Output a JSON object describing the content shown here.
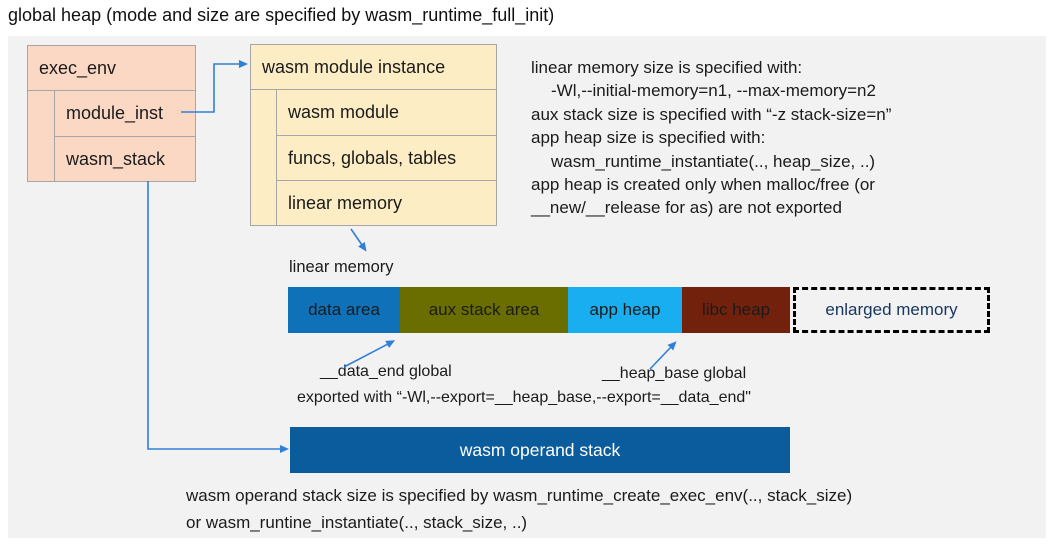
{
  "title": "global heap (mode and size are specified by wasm_runtime_full_init)",
  "exec_env_box": {
    "header": "exec_env",
    "rows": [
      "module_inst",
      "wasm_stack"
    ]
  },
  "module_instance_box": {
    "header": "wasm module instance",
    "rows": [
      "wasm module",
      "funcs, globals, tables",
      "linear memory"
    ]
  },
  "right_notes": {
    "lines": [
      "linear memory size is specified with:",
      "-Wl,--initial-memory=n1, --max-memory=n2",
      "aux stack size is specified with “-z stack-size=n”",
      "app heap size is specified with:",
      "wasm_runtime_instantiate(.., heap_size, ..)",
      "app heap is created only when malloc/free (or",
      "__new/__release for as) are not exported"
    ]
  },
  "linear_memory": {
    "label": "linear memory",
    "segments": [
      {
        "label": "data area",
        "color": "#0f72b9",
        "text_color": "#ffffff"
      },
      {
        "label": "aux stack area",
        "color": "#6a6e00",
        "text_color": "#ffffff"
      },
      {
        "label": "app heap",
        "color": "#18aeef",
        "text_color": "#ffffff"
      },
      {
        "label": "libc heap",
        "color": "#72210d",
        "text_color": "#ffffff"
      },
      {
        "label": "enlarged memory",
        "color": "#ffffff",
        "text_color": "#17365d"
      }
    ],
    "annotations": {
      "data_end_label": "__data_end global",
      "heap_base_label": "__heap_base global",
      "export_note": "exported with “-Wl,--export=__heap_base,--export=__data_end\""
    }
  },
  "operand_stack": {
    "label": "wasm operand stack",
    "color": "#0b5c9d",
    "notes": [
      "wasm operand stack size is specified by wasm_runtime_create_exec_env(.., stack_size)",
      "or wasm_runtine_instantiate(.., stack_size, ..)"
    ]
  },
  "connectors": {
    "arrow_color": "#2f7fd8"
  },
  "colors": {
    "panel_bg": "#f2f2f2",
    "box_border": "#a6a6a6",
    "exec_env_fill": "#fbd8c4",
    "module_instance_fill": "#fcedc5"
  }
}
